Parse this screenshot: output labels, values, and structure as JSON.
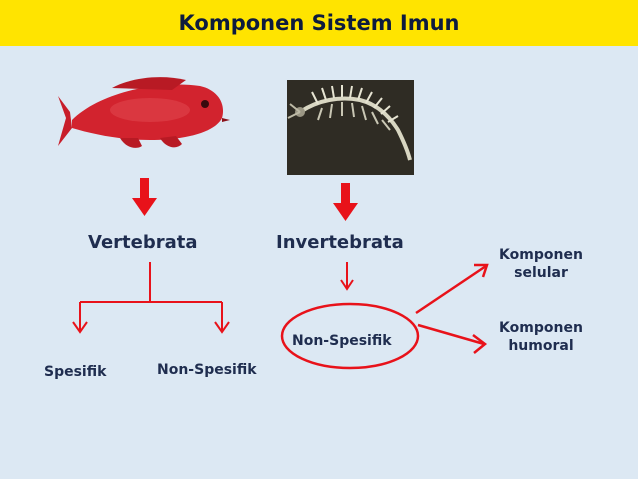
{
  "title": "Komponen Sistem Imun",
  "nodes": {
    "vertebrata": "Vertebrata",
    "invertebrata": "Invertebrata",
    "spesifik": "Spesifik",
    "vert_non_spesifik": "Non-Spesifik",
    "invert_non_spesifik": "Non-Spesifik",
    "komponen_selular": [
      "Komponen",
      "selular"
    ],
    "komponen_humoral": [
      "Komponen",
      "humoral"
    ]
  },
  "colors": {
    "title_bar": "#ffe400",
    "background": "#dce8f3",
    "arrow": "#e8121a",
    "text": "#1f2d4f"
  }
}
